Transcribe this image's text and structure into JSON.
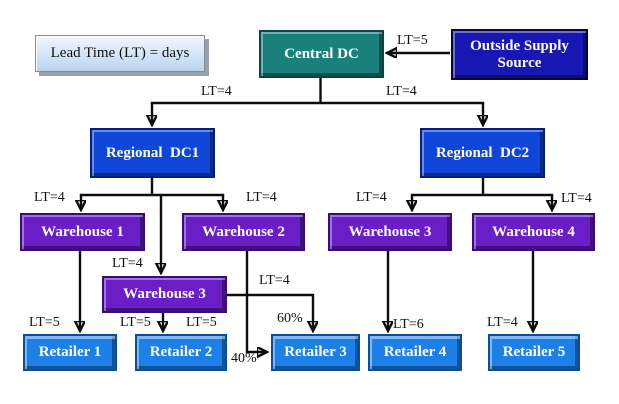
{
  "legend": {
    "label": "Lead Time (LT) = days"
  },
  "colors": {
    "central_dc": "#1A807C",
    "outside_supply": "#1717B4",
    "regional_dc": "#0D46D9",
    "warehouse": "#6A1EC8",
    "retailer": "#1D80E8",
    "legend_fill": "#CFE2F4",
    "wire": "#0d0d0d",
    "background": "#ffffff"
  },
  "nodes": {
    "central_dc": {
      "label": "Central DC"
    },
    "outside_supply": {
      "label": "Outside Supply Source"
    },
    "regional_dc1": {
      "label": "Regional  DC1"
    },
    "regional_dc2": {
      "label": "Regional  DC2"
    },
    "warehouse_1": {
      "label": "Warehouse 1"
    },
    "warehouse_2": {
      "label": "Warehouse 2"
    },
    "warehouse_3_right": {
      "label": "Warehouse 3"
    },
    "warehouse_4": {
      "label": "Warehouse 4"
    },
    "warehouse_3_mid": {
      "label": "Warehouse 3"
    },
    "retailer_1": {
      "label": "Retailer 1"
    },
    "retailer_2": {
      "label": "Retailer 2"
    },
    "retailer_3": {
      "label": "Retailer 3"
    },
    "retailer_4": {
      "label": "Retailer 4"
    },
    "retailer_5": {
      "label": "Retailer 5"
    }
  },
  "edges": {
    "outside_to_central": {
      "label": "LT=5"
    },
    "central_to_dc1": {
      "label": "LT=4"
    },
    "central_to_dc2": {
      "label": "LT=4"
    },
    "dc1_to_w1": {
      "label": "LT=4"
    },
    "dc1_to_w2": {
      "label": "LT=4"
    },
    "dc1_to_w3mid": {
      "label": "LT=4"
    },
    "dc2_to_w3": {
      "label": "LT=4"
    },
    "dc2_to_w4": {
      "label": "LT=4"
    },
    "w1_to_r1": {
      "label": "LT=5"
    },
    "w3mid_to_r2": {
      "label": "LT=5"
    },
    "w2_to_r3": {
      "label": "LT=4",
      "pct": "60%"
    },
    "w3mid_to_r3": {
      "label": "LT=5",
      "pct": "40%"
    },
    "w3_to_r4": {
      "label": "LT=6"
    },
    "w4_to_r5": {
      "label": "LT=4"
    }
  }
}
